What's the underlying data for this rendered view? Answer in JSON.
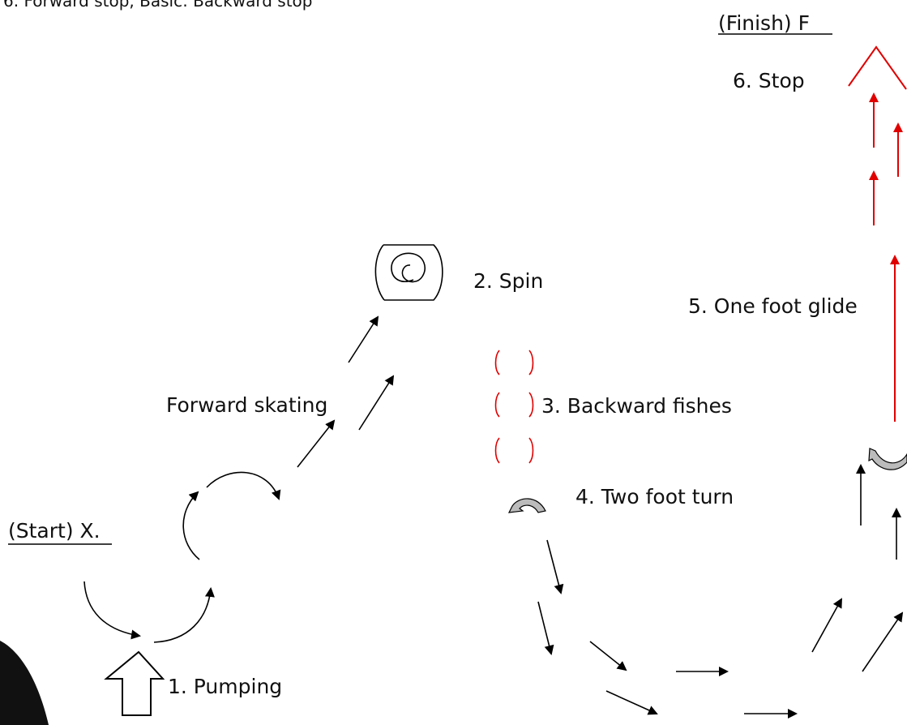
{
  "header": {
    "text": "6. Forward stop, Basic: Backward stop"
  },
  "finish": {
    "label": "(Finish) F"
  },
  "start": {
    "label": "(Start) X."
  },
  "steps": {
    "pumping": "1.   Pumping",
    "spin": "2. Spin",
    "backward_fishes": "3. Backward fishes",
    "two_foot_turn": "4. Two foot turn",
    "one_foot_glide": "5. One foot glide",
    "stop": "6. Stop"
  },
  "forward_skating": {
    "label": "Forward skating"
  },
  "colors": {
    "ink": "#000000",
    "accent": "#e00000",
    "turn_icon": "#bbbbbb"
  }
}
